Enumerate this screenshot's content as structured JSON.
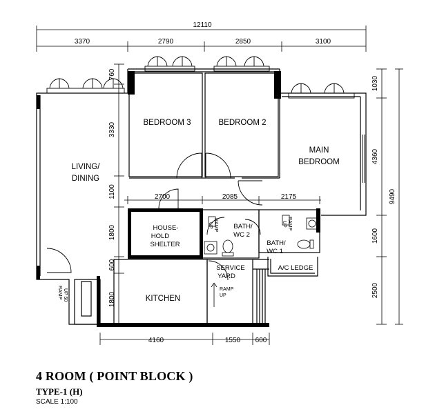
{
  "dimensions": {
    "overall_width": "12110",
    "top_segments": [
      "3370",
      "2790",
      "2850",
      "3100"
    ],
    "right_segments": [
      "1030",
      "4360",
      "1600",
      "2500"
    ],
    "right_total": "9490",
    "left_segments": [
      "760",
      "3330",
      "1100",
      "1800",
      "600",
      "1800"
    ],
    "mid_segments": [
      "2700",
      "2085",
      "2175"
    ],
    "bottom_segments": [
      "4160",
      "1550",
      "600"
    ]
  },
  "rooms": {
    "bedroom3": "BEDROOM 3",
    "bedroom2": "BEDROOM 2",
    "main_bedroom_line1": "MAIN",
    "main_bedroom_line2": "BEDROOM",
    "living_line1": "LIVING/",
    "living_line2": "DINING",
    "shelter_line1": "HOUSE-",
    "shelter_line2": "HOLD",
    "shelter_line3": "SHELTER",
    "bath2_line1": "BATH/",
    "bath2_line2": "WC 2",
    "bath1_line1": "BATH/",
    "bath1_line2": "WC 1",
    "service_line1": "SERVICE",
    "service_line2": "YARD",
    "kitchen": "KITCHEN",
    "ac_ledge": "A/C LEDGE"
  },
  "ramps": {
    "ramp_up": "RAMP",
    "up": "UP",
    "ramp_up_50": "RAMP",
    "up_50": "UP 50"
  },
  "title": {
    "main": "4 ROOM ( POINT BLOCK )",
    "type": "TYPE-1 (H)",
    "scale": "SCALE 1:100"
  }
}
